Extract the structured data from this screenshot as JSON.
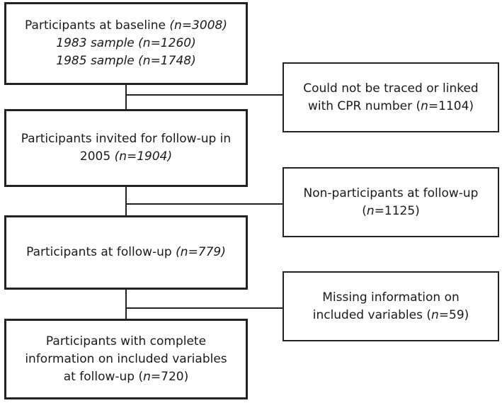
{
  "main_boxes": {
    "baseline": {
      "line1_text": "Participants at baseline ",
      "line1_n": "(n=3008)",
      "line2": "1983 sample (n=1260)",
      "line3": "1985 sample (n=1748)"
    },
    "invited": {
      "line1": "Participants invited for follow-up in",
      "line2_text": "2005 ",
      "line2_n": "(n=1904)"
    },
    "followup": {
      "text": "Participants at follow-up ",
      "n": "(n=779)"
    },
    "complete": {
      "line1": "Participants with complete",
      "line2": "information on included variables",
      "line3_text": "at follow-up (",
      "line3_n_letter": "n",
      "line3_value": "=720)"
    }
  },
  "exclusion_boxes": {
    "not_traced": {
      "line1": "Could not be traced or linked",
      "line2_text": "with CPR number (",
      "line2_n_letter": "n",
      "line2_value": "=1104)"
    },
    "non_participants": {
      "line1": "Non-participants at follow-up",
      "line2_open": "(",
      "line2_n_letter": "n",
      "line2_value": "=1125)"
    },
    "missing_info": {
      "line1": "Missing information on",
      "line2_text": "included variables (",
      "line2_n_letter": "n",
      "line2_value": "=59)"
    }
  }
}
